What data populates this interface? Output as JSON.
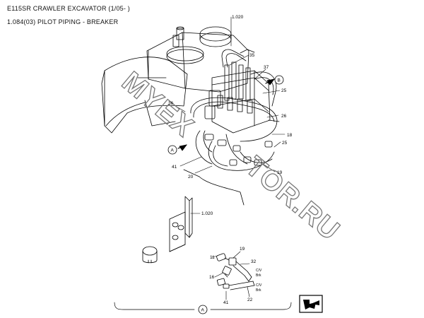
{
  "header": {
    "title": "E115SR CRAWLER EXCAVATOR (1/05- )",
    "subtitle": "1.084(03) PILOT PIPING - BREAKER"
  },
  "watermark": {
    "left": "MYEX",
    "right": "TOR.RU"
  },
  "callouts": {
    "ref_top": "1.020",
    "ref_mid": "1.020",
    "c35": "35",
    "c37": "37",
    "c25a": "25",
    "c26": "26",
    "c18": "18",
    "c25b": "25",
    "c19a": "19",
    "c20": "20",
    "c41a": "41",
    "c36": "36",
    "c11": "11",
    "c19b": "19",
    "c32": "32",
    "c16": "16",
    "c41b": "41",
    "c22": "22",
    "cv1a": "C/V",
    "cv1b": "Brk",
    "cv2a": "C/V",
    "cv2b": "Brk"
  },
  "view_markers": {
    "a_left": "A",
    "b_top": "B",
    "a_bottom": "A"
  },
  "colors": {
    "line": "#000000",
    "watermark": "#777777"
  }
}
